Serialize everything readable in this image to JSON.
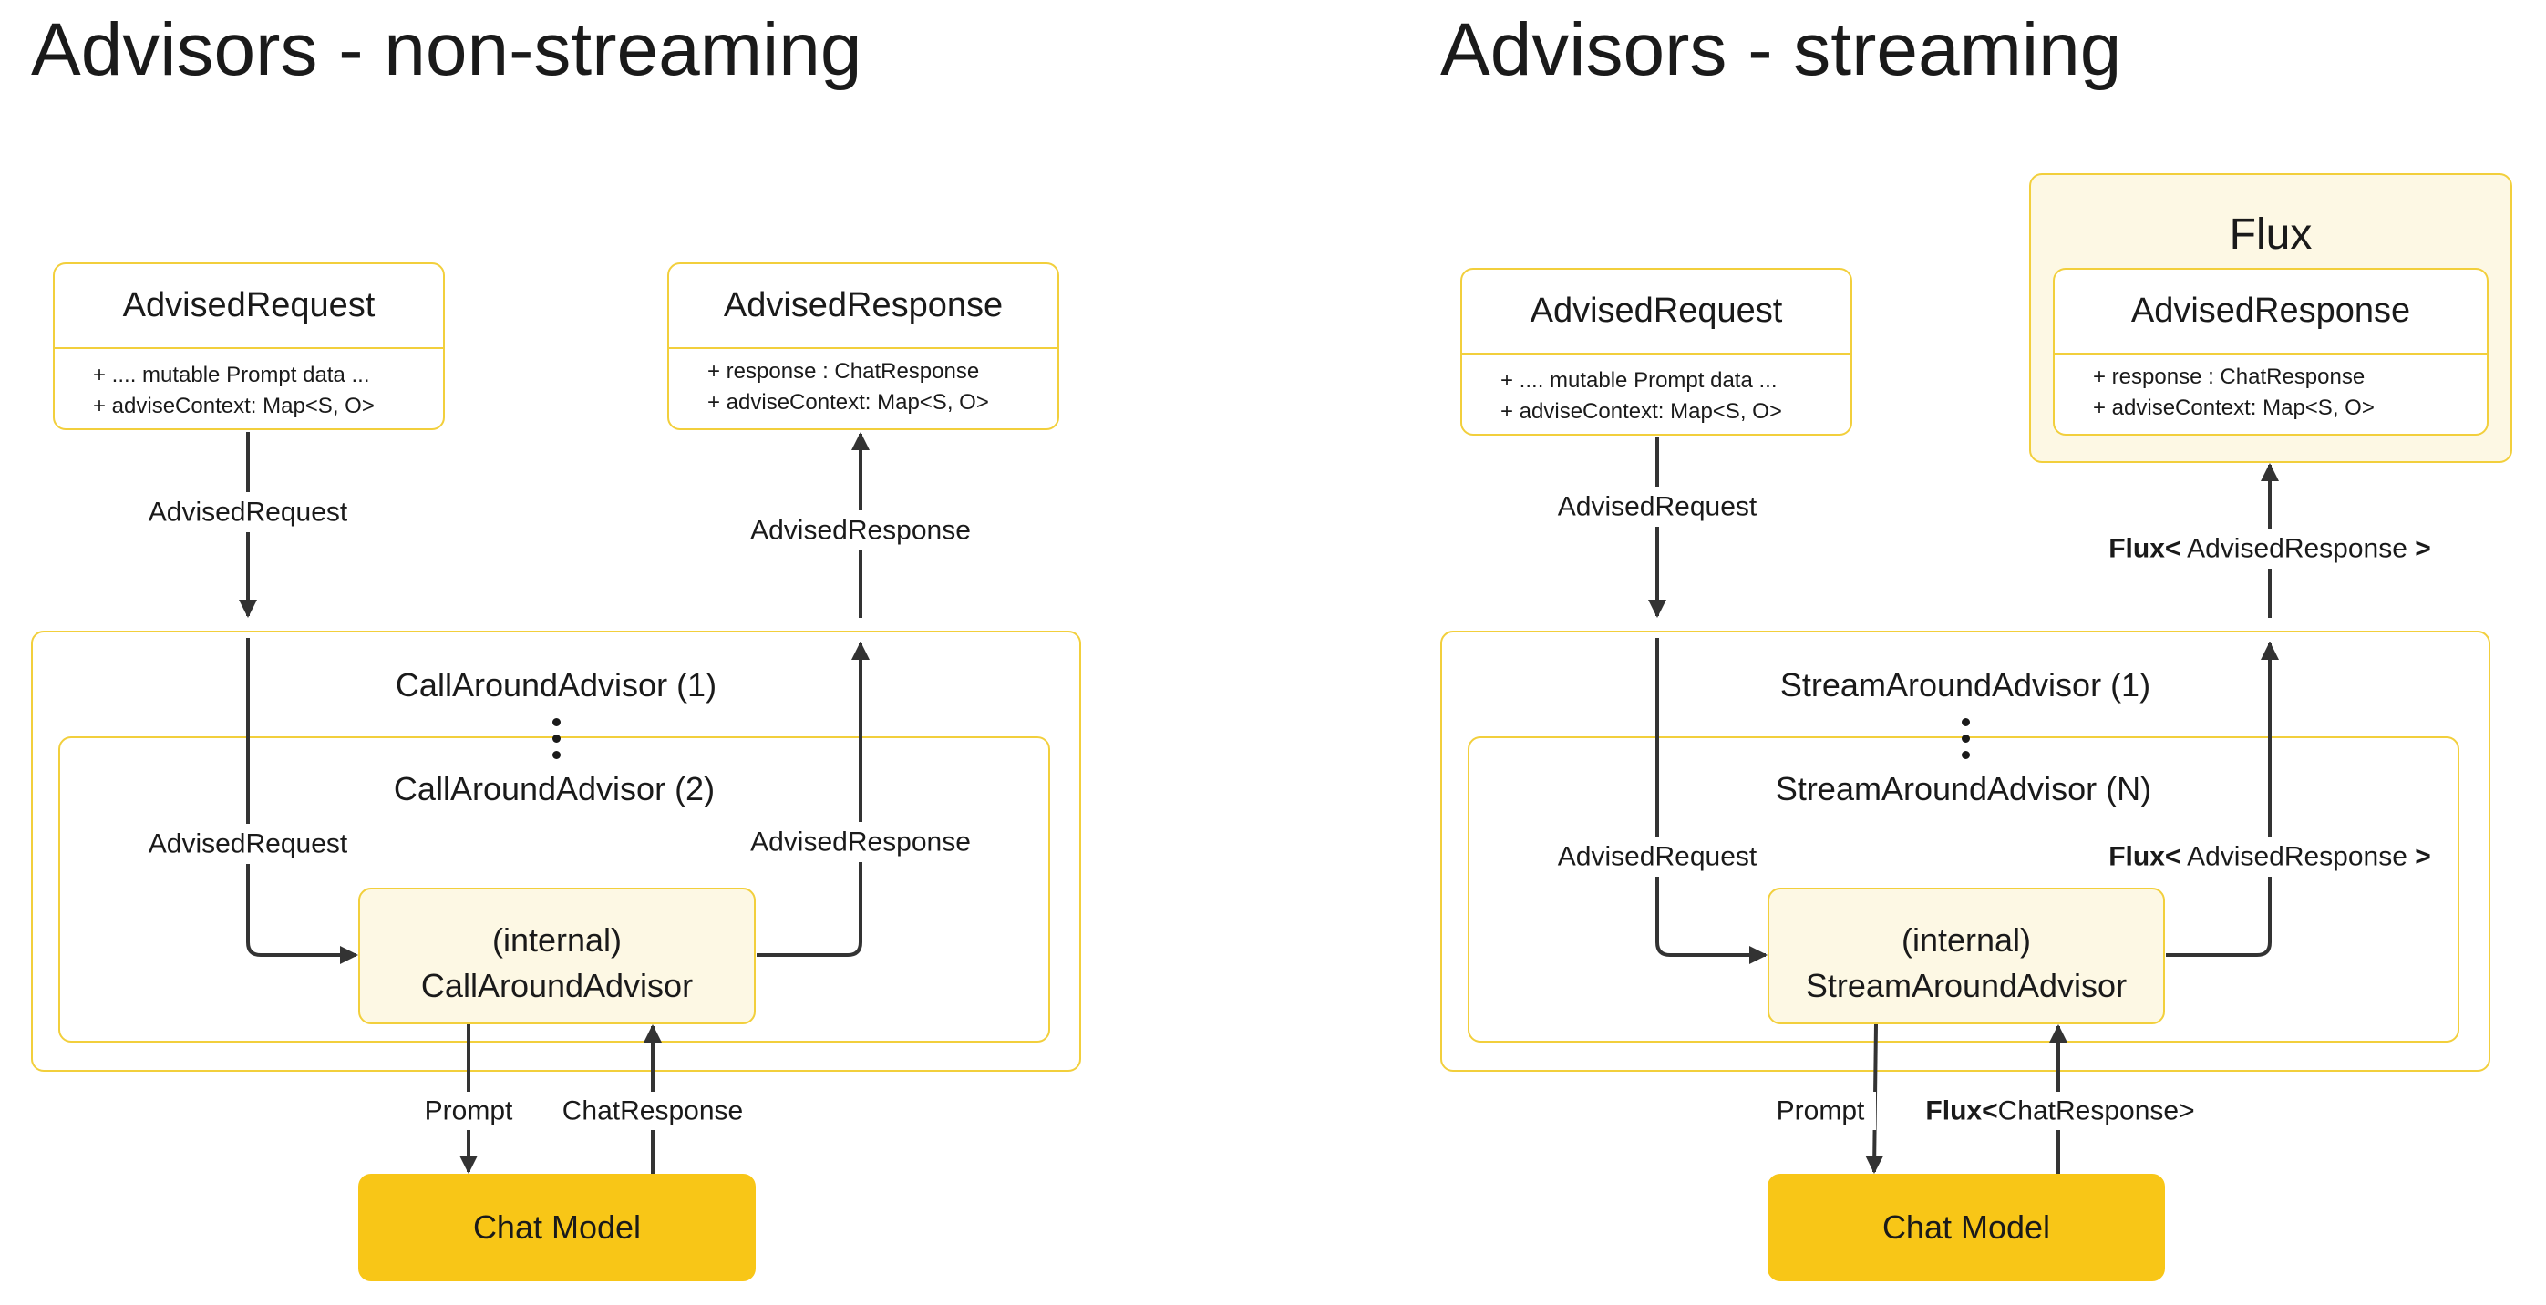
{
  "left": {
    "title": "Advisors - non-streaming",
    "request_class": {
      "name": "AdvisedRequest",
      "attr1": "+ .... mutable Prompt data ...",
      "attr2": "+ adviseContext: Map<S, O>"
    },
    "response_class": {
      "name": "AdvisedResponse",
      "attr1": "+ response : ChatResponse",
      "attr2": "+ adviseContext: Map<S, O>"
    },
    "outer_advisor": "CallAroundAdvisor (1)",
    "inner_advisor": "CallAroundAdvisor (2)",
    "internal_line1": "(internal)",
    "internal_line2": "CallAroundAdvisor",
    "chat_model": "Chat Model",
    "label_req_top": "AdvisedRequest",
    "label_resp_top": "AdvisedResponse",
    "label_req_inner": "AdvisedRequest",
    "label_resp_inner": "AdvisedResponse",
    "label_prompt": "Prompt",
    "label_chat_response": "ChatResponse"
  },
  "right": {
    "title": "Advisors - streaming",
    "flux_title": "Flux",
    "request_class": {
      "name": "AdvisedRequest",
      "attr1": "+ .... mutable Prompt data ...",
      "attr2": "+ adviseContext: Map<S, O>"
    },
    "response_class": {
      "name": "AdvisedResponse",
      "attr1": "+ response : ChatResponse",
      "attr2": "+ adviseContext: Map<S, O>"
    },
    "outer_advisor": "StreamAroundAdvisor (1)",
    "inner_advisor": "StreamAroundAdvisor (N)",
    "internal_line1": "(internal)",
    "internal_line2": "StreamAroundAdvisor",
    "chat_model": "Chat Model",
    "label_req_top": "AdvisedRequest",
    "label_flux_top_bold": "Flux<",
    "label_flux_top_mid": " AdvisedResponse ",
    "label_flux_top_end": ">",
    "label_req_inner": "AdvisedRequest",
    "label_flux_inner_bold": "Flux<",
    "label_flux_inner_mid": " AdvisedResponse ",
    "label_flux_inner_end": ">",
    "label_prompt": "Prompt",
    "label_flux_chat_bold": "Flux<",
    "label_flux_chat_mid": "ChatResponse>"
  },
  "colors": {
    "border": "#f2cf3c",
    "light_fill": "#fdf8e4",
    "model_fill": "#f8c617",
    "line": "#333333"
  }
}
